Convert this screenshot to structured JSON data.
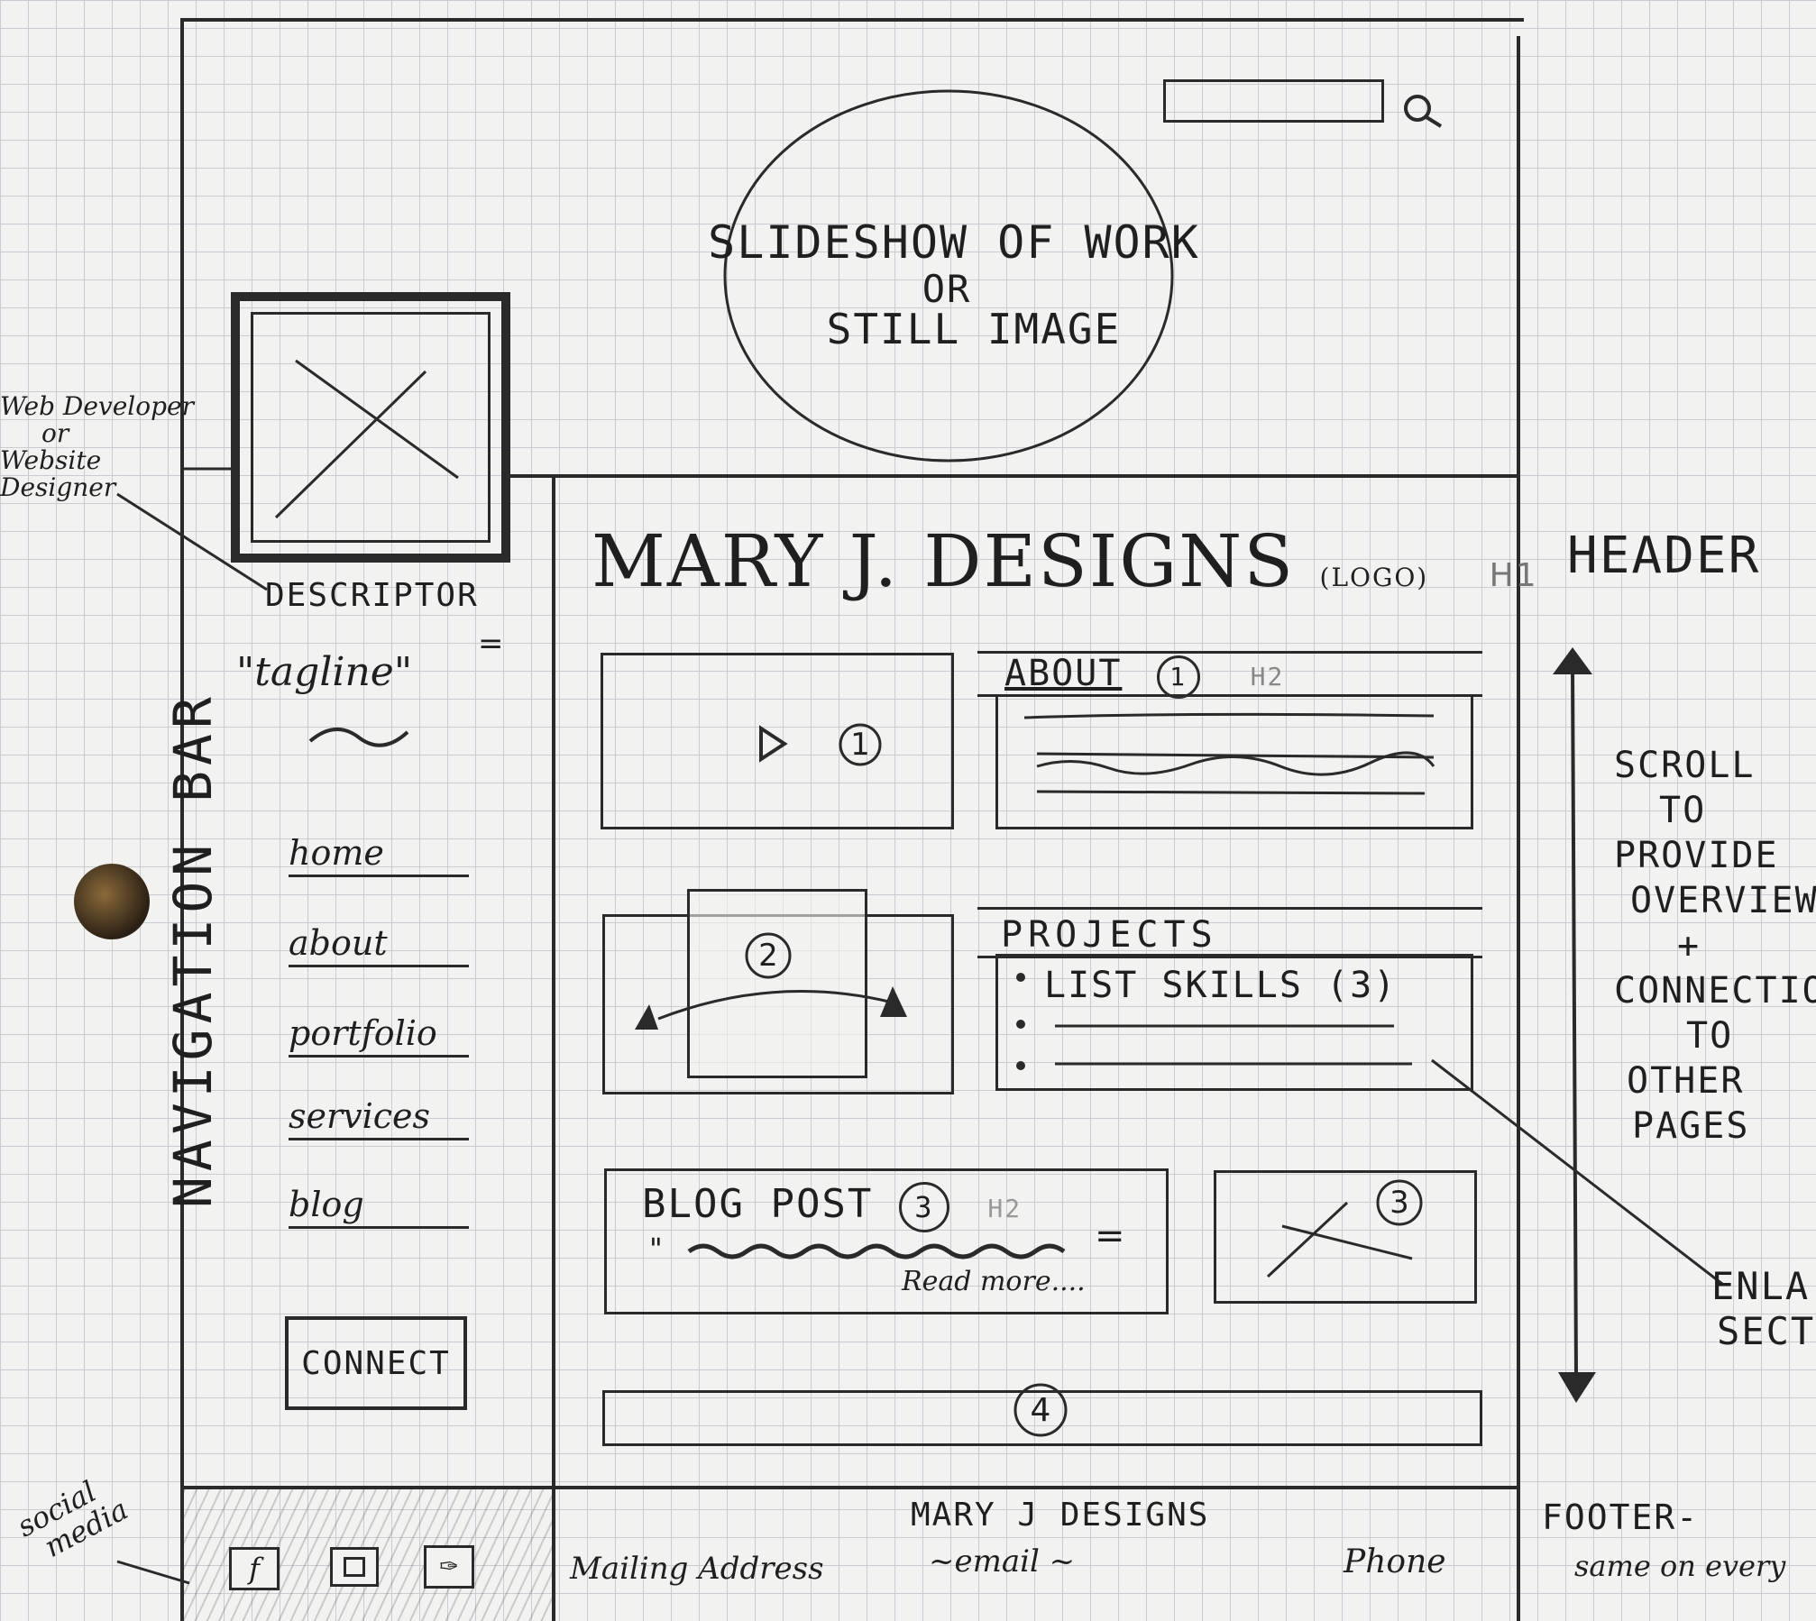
{
  "header": {
    "slideshow_line1": "SLIDESHOW OF WORK",
    "slideshow_line2": "OR",
    "slideshow_line3": "STILL IMAGE"
  },
  "sidebar": {
    "descriptor": "DESCRIPTOR",
    "tagline": "\"tagline\"",
    "tagline_equals": "=",
    "tilde": "~",
    "nav_label": "NAVIGATION BAR",
    "nav_items": [
      "home",
      "about",
      "portfolio",
      "services",
      "blog"
    ],
    "connect_button": "CONNECT"
  },
  "main": {
    "logo_text": "MARY J. DESIGNS",
    "logo_note": "(LOGO)",
    "logo_tag": "H1",
    "video_number": "1",
    "about_heading": "ABOUT",
    "about_number": "1",
    "about_tag": "H2",
    "carousel_number": "2",
    "projects_heading": "PROJECTS",
    "projects_skills": "LIST SKILLS (3)",
    "blog_heading": "BLOG POST",
    "blog_number": "3",
    "blog_tag": "H2",
    "blog_equals": "=",
    "blog_quote_mark": "\"",
    "read_more": "Read more....",
    "blog_image_number": "3",
    "strip_number": "4"
  },
  "footer": {
    "brand": "MARY J DESIGNS",
    "mailing": "Mailing Address",
    "email": "~email ~",
    "phone": "Phone",
    "social_icons": [
      "facebook-icon",
      "instagram-icon",
      "twitter-icon"
    ]
  },
  "annotations": {
    "web_dev_line1": "Web Developer",
    "web_dev_line2": "or",
    "web_dev_line3": "Website",
    "web_dev_line4": "Designer",
    "header": "HEADER",
    "scroll_line1": "SCROLL",
    "scroll_line2": "TO",
    "scroll_line3": "PROVIDE",
    "scroll_line4": "OVERVIEW",
    "scroll_line5": "+",
    "scroll_line6": "CONNECTION",
    "scroll_line7": "TO",
    "scroll_line8": "OTHER",
    "scroll_line9": "PAGES",
    "enlarge_line1": "ENLA",
    "enlarge_line2": "SECT",
    "footer_line1": "FOOTER-",
    "footer_line2": "same on every",
    "social_line1": "social",
    "social_line2": "media"
  }
}
